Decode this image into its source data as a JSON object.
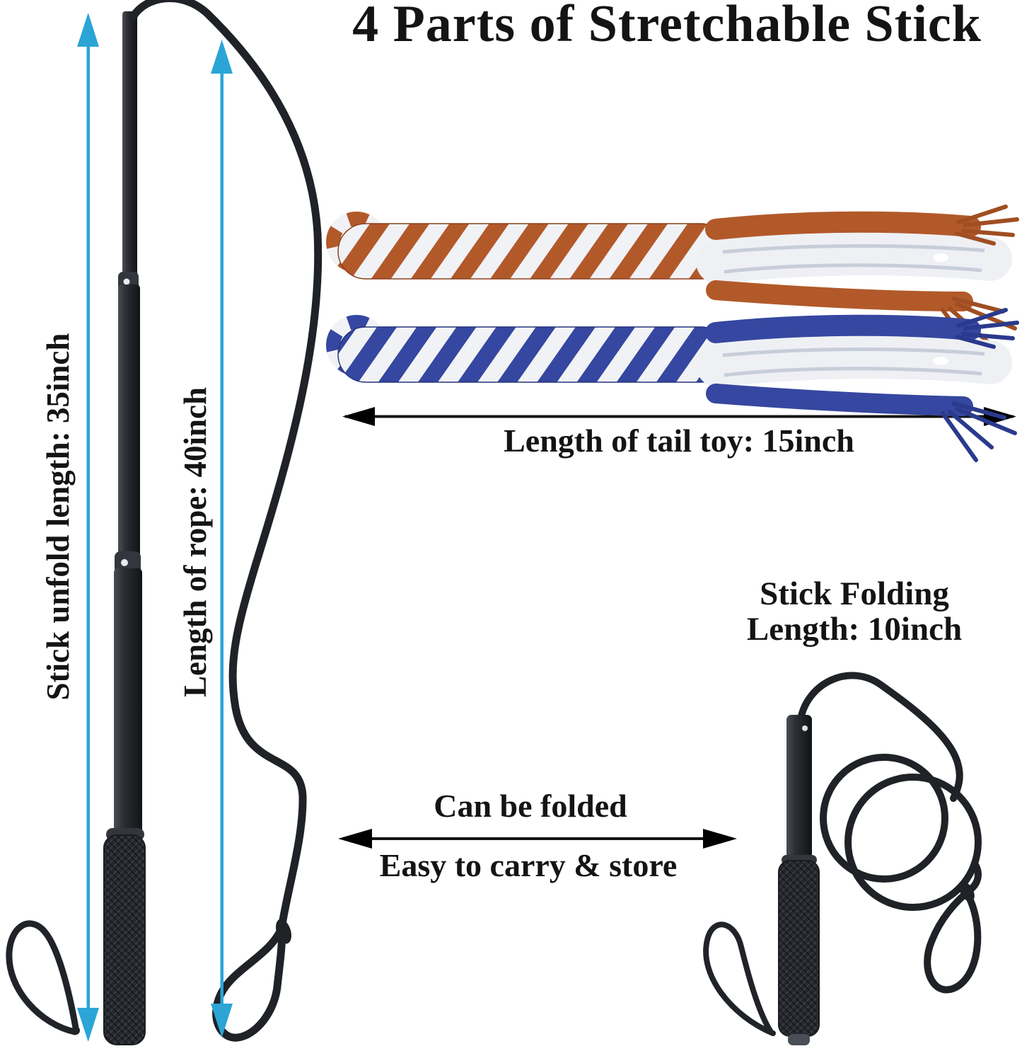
{
  "title": "4 Parts of Stretchable Stick",
  "unfolded_stick": {
    "length_label": "Stick unfold length: 35inch",
    "rope_length_label": "Length of rope: 40inch"
  },
  "tail_toy": {
    "length_label": "Length of tail toy: 15inch",
    "variants": [
      "orange-white braided rope",
      "blue-white braided rope"
    ]
  },
  "folded_stick": {
    "heading_line1": "Stick Folding",
    "heading_line2": "Length: 10inch",
    "note_line1": "Can be folded",
    "note_line2": "Easy to carry & store"
  },
  "measurements": {
    "stick_unfold_inch": 35,
    "rope_inch": 40,
    "tail_toy_inch": 15,
    "folded_stick_inch": 10
  },
  "colors": {
    "measure_arrow_blue": "#2aa5d6",
    "black_arrow": "#141414",
    "text": "#141414",
    "stick_dark": "#26292d",
    "rope_black": "#1f2226",
    "toy_orange": "#b2592a",
    "toy_blue": "#3547a0",
    "toy_white": "#eef0f4",
    "background": "#ffffff"
  }
}
